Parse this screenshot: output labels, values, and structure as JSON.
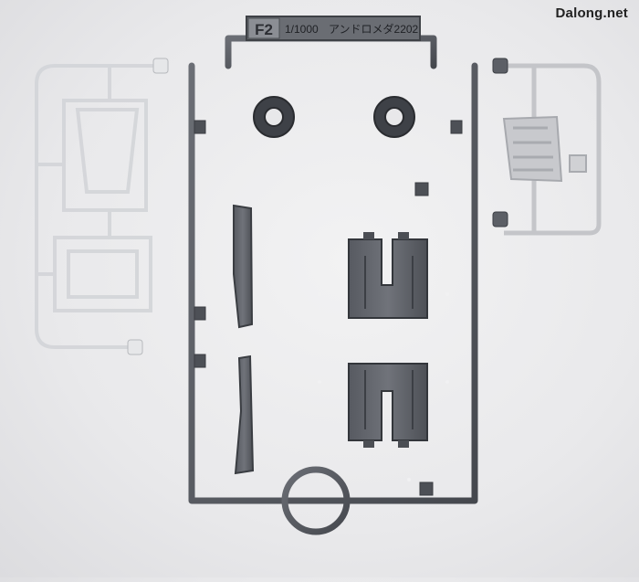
{
  "watermark": "Dalong.net",
  "sprue_tag": {
    "code": "F2",
    "scale": "1/1000",
    "name": "アンドロメダ2202"
  },
  "colors": {
    "sprue_dark": "#5a5d64",
    "sprue_edge": "#3c3f45",
    "sprue_light": "#c9c9cc",
    "clear_parts": "#d8dadd",
    "background": "#ececee"
  }
}
